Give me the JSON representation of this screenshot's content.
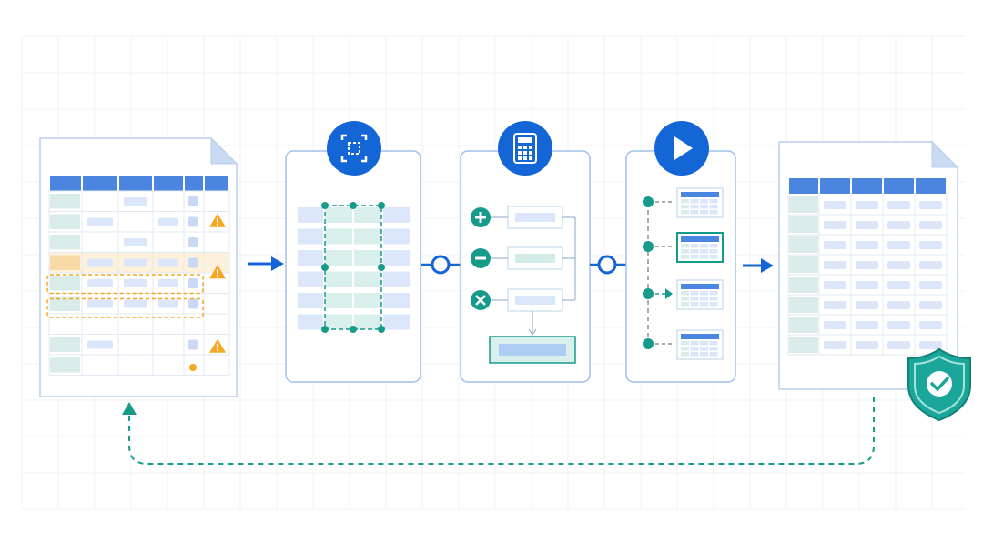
{
  "colors": {
    "background": "#ffffff",
    "grid": "#eef1f6",
    "primary_blue": "#1466d6",
    "header_blue": "#4a86e0",
    "light_blue_fill": "#dbe6fb",
    "card_border": "#9fc0ea",
    "teal": "#169a8a",
    "teal_light": "#d8efec",
    "warning_orange": "#f5a623",
    "highlight_row": "#fdf1dc",
    "shield_green": "#1aa69a"
  },
  "icons": {
    "source_spreadsheet": "document-spreadsheet-icon",
    "select_step": "selection-frame-icon",
    "calculate_step": "calculator-icon",
    "run_step": "play-icon",
    "verified": "shield-check-icon",
    "warning": "warning-triangle-icon",
    "add_operation": "plus-circle-icon",
    "subtract_operation": "minus-circle-icon",
    "multiply_operation": "times-circle-icon"
  },
  "pipeline": {
    "steps": [
      "source",
      "select",
      "calculate",
      "run",
      "output"
    ],
    "source_warnings": 3,
    "source_error_dots": 1,
    "source_flagged_rows": 2,
    "operations": [
      "add",
      "subtract",
      "multiply"
    ],
    "run_outputs": 4,
    "feedback_loop": "output-to-source"
  }
}
